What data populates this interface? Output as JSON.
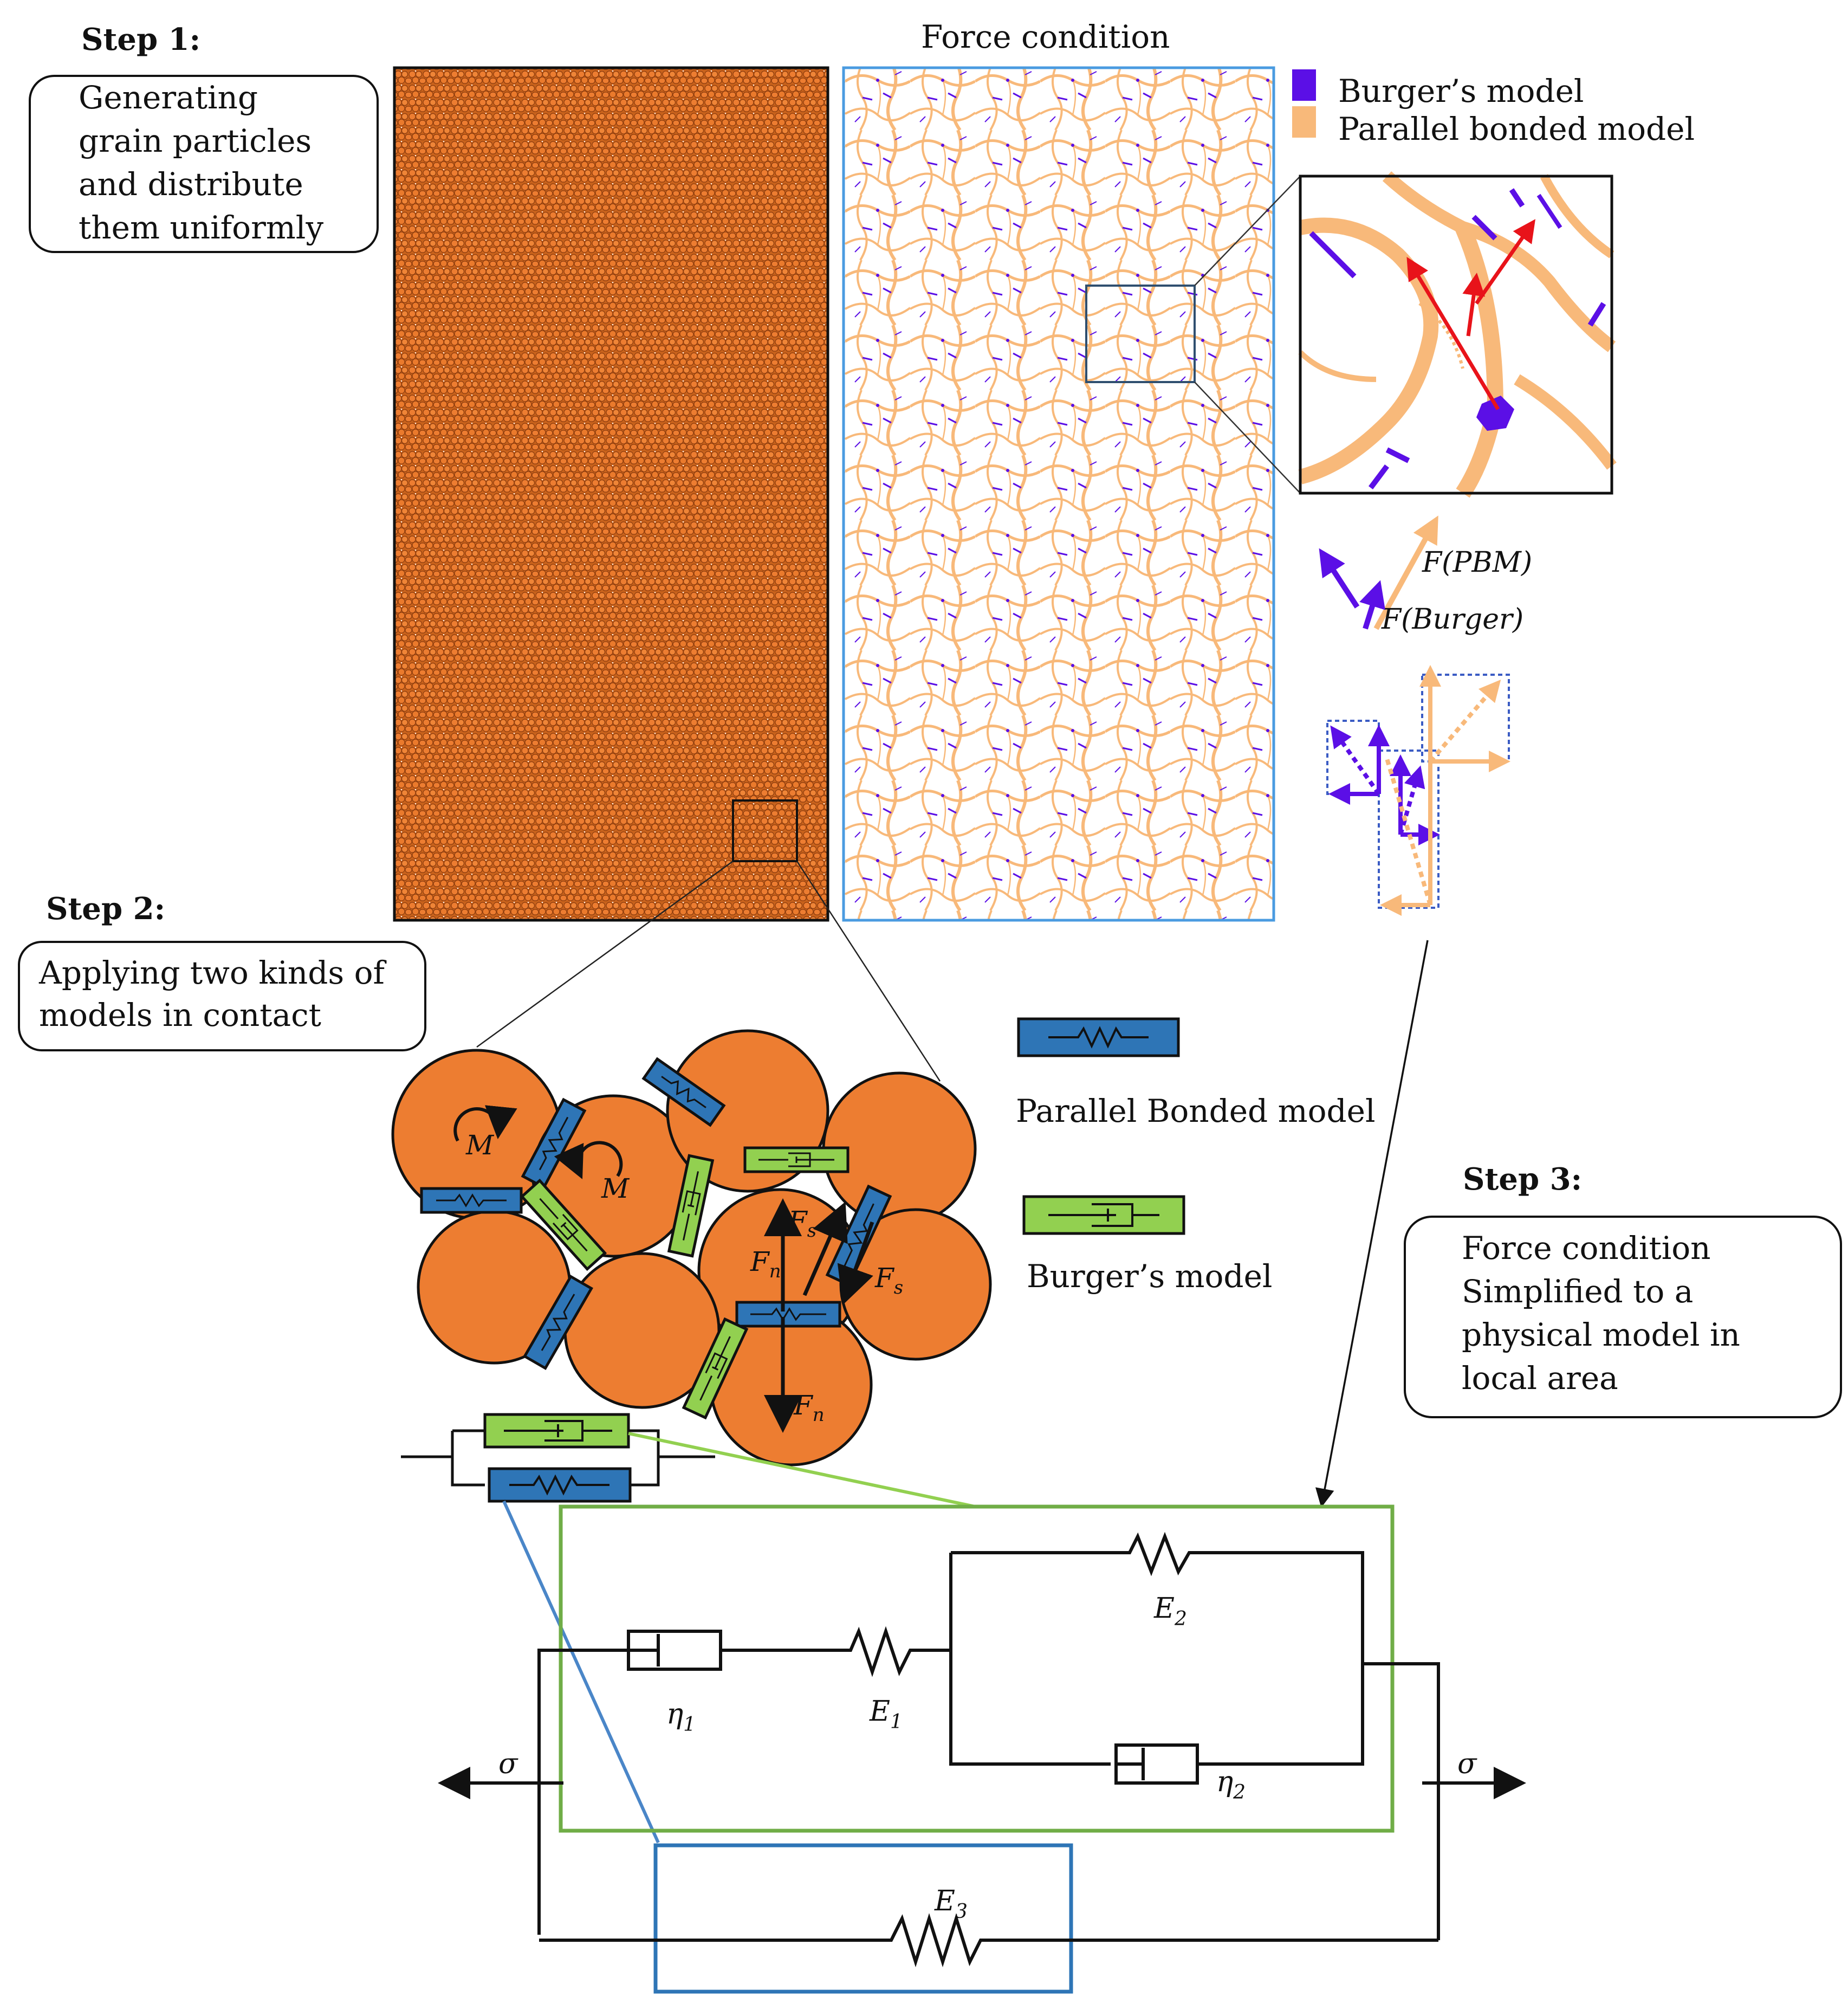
{
  "step1": {
    "heading": "Step 1:",
    "lines": [
      "Generating",
      "grain particles",
      "and distribute",
      "them uniformly"
    ]
  },
  "force_panel": {
    "title": "Force condition"
  },
  "legend_top": {
    "burger": "Burger’s model",
    "pbm": "Parallel bonded model"
  },
  "force_labels": {
    "pbm": "F(PBM)",
    "burger": "F(Burger)"
  },
  "step2": {
    "heading": "Step 2:",
    "lines": [
      "Applying two kinds of",
      "models in contact"
    ]
  },
  "legend_mid": {
    "pbm": "Parallel Bonded model",
    "burger": "Burger’s model"
  },
  "particle_labels": {
    "moment": "M",
    "shear": "F",
    "shear_sub": "s",
    "normal": "F",
    "normal_sub": "n"
  },
  "step3": {
    "heading": "Step 3:",
    "lines": [
      "Force condition",
      "Simplified to a",
      "physical model in",
      "local area"
    ]
  },
  "circuit": {
    "e1": "E",
    "e1_sub": "1",
    "e2": "E",
    "e2_sub": "2",
    "e3": "E",
    "e3_sub": "3",
    "eta1": "η",
    "eta1_sub": "1",
    "eta2": "η",
    "eta2_sub": "2",
    "sigma_left": "σ",
    "sigma_right": "σ"
  },
  "colors": {
    "particle_orange": "#ed7d31",
    "pbm_blue": "#2e75b6",
    "burger_green": "#92d050",
    "burger_purple": "#5b0fe6",
    "pbm_peach": "#f8b97a",
    "frame_green": "#70ad47",
    "frame_blue": "#2e75b6",
    "red_arrow": "#e8131a"
  }
}
